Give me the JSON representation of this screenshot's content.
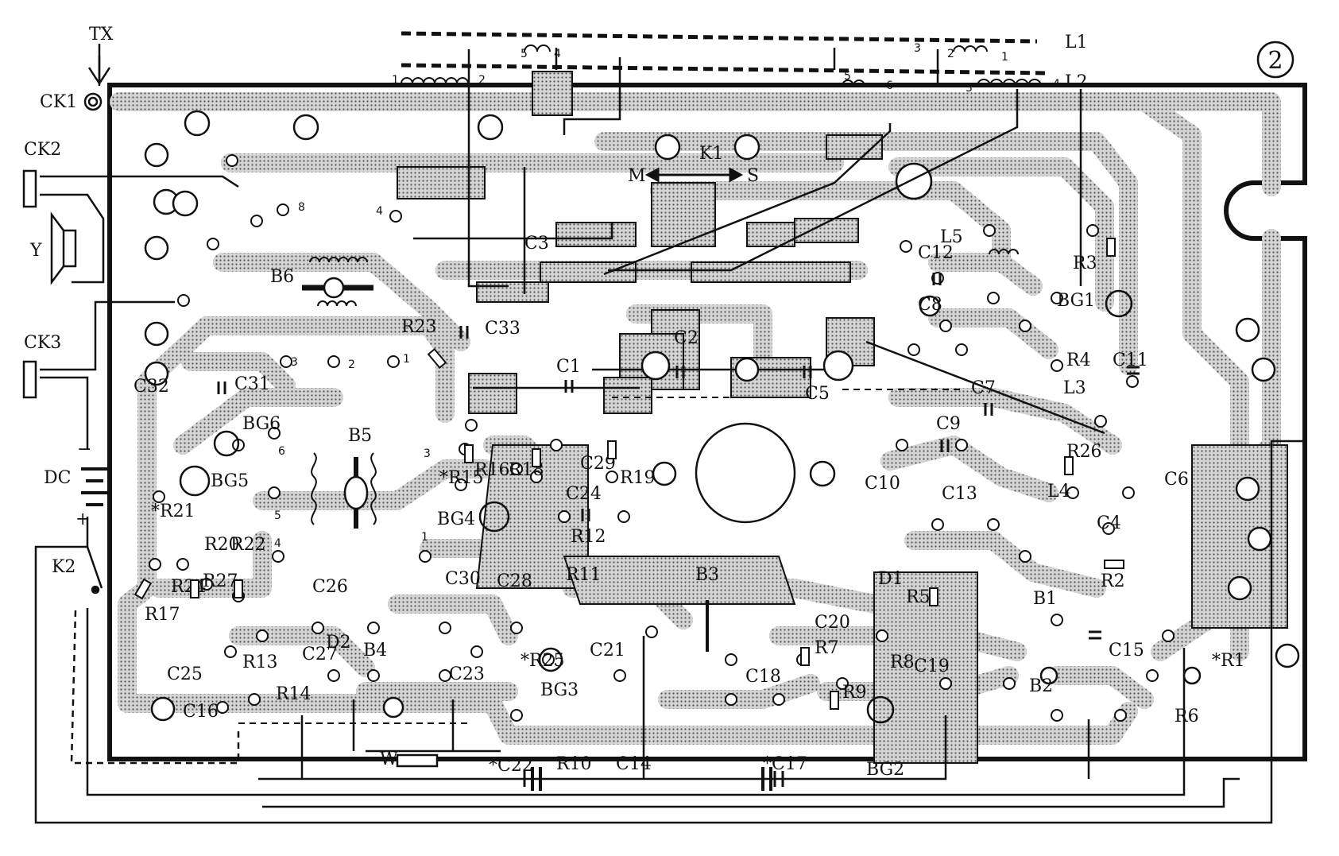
{
  "figure": {
    "number": "2",
    "antenna": "TX",
    "jacks": [
      "CK1",
      "CK2",
      "CK3"
    ],
    "speaker": "Y",
    "battery": "DC",
    "battery_minus": "−",
    "battery_plus": "+",
    "switch_main": "K2",
    "band_switch": "K1",
    "band_m": "M",
    "band_s": "S",
    "volume": "W"
  },
  "coils": {
    "l1": "L1",
    "l2": "L2",
    "l3": "L3",
    "l4": "L4",
    "l5": "L5"
  },
  "transformers": {
    "b1": "B1",
    "b2": "B2",
    "b3": "B3",
    "b4": "B4",
    "b5": "B5",
    "b6": "B6"
  },
  "transistors": {
    "bg1": "BG1",
    "bg2": "BG2",
    "bg3": "BG3",
    "bg4": "BG4",
    "bg5": "BG5",
    "bg6": "BG6"
  },
  "diodes": {
    "d1": "D1",
    "d2": "D2"
  },
  "resistors": {
    "r1": "*R1",
    "r2": "R2",
    "r3": "R3",
    "r4": "R4",
    "r5": "R5",
    "r6": "R6",
    "r7": "R7",
    "r8": "R8",
    "r9": "R9",
    "r10": "R10",
    "r11": "R11",
    "r12": "R12",
    "r13": "R13",
    "r14": "R14",
    "r15": "*R15",
    "r16": "R16",
    "r17": "R17",
    "r18": "R18",
    "r19": "R19",
    "r20": "R20",
    "r21": "*R21",
    "r22": "R22",
    "r23": "R23",
    "r24": "R24",
    "r25": "*R25",
    "r26": "R26",
    "r27": "R27"
  },
  "capacitors": {
    "c1": "C1",
    "c2": "C2",
    "c3": "C3",
    "c4": "C4",
    "c5": "C5",
    "c6": "C6",
    "c7": "C7",
    "c8": "C8",
    "c9": "C9",
    "c10": "C10",
    "c11": "C11",
    "c12": "C12",
    "c13": "C13",
    "c14": "C14",
    "c15": "C15",
    "c16": "C16",
    "c17": "*C17",
    "c18": "C18",
    "c19": "C19",
    "c20": "C20",
    "c21": "C21",
    "c22": "*C22",
    "c23": "C23",
    "c24": "C24",
    "c25": "C25",
    "c26": "C26",
    "c27": "C27",
    "c28": "C28",
    "c29": "C29",
    "c30": "C30",
    "c31": "C31",
    "c32": "C32",
    "c33": "C33"
  },
  "pins": {
    "p1": "1",
    "p2": "2",
    "p3": "3",
    "p4": "4",
    "p5": "5",
    "p6": "6",
    "p8": "8"
  }
}
